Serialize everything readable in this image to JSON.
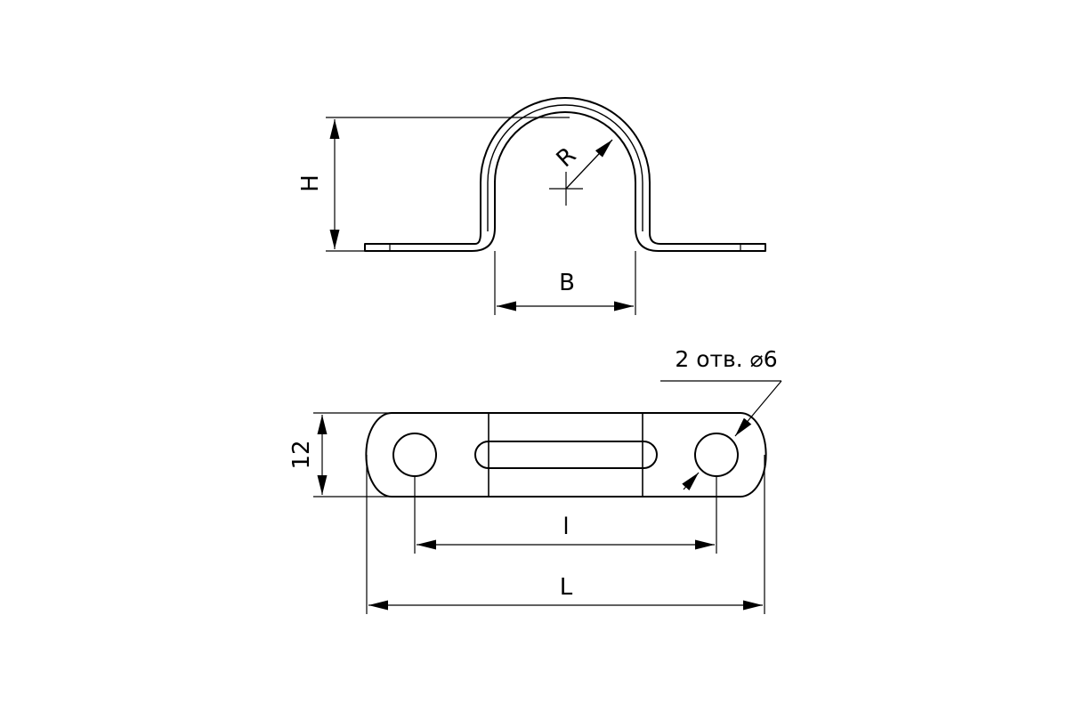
{
  "labels": {
    "height": "H",
    "radius": "R",
    "base_width": "B",
    "holes_note": "2 отв. ⌀6",
    "strip_width": "12",
    "hole_spacing": "l",
    "total_length": "L"
  },
  "colors": {
    "line": "#000000",
    "background": "#ffffff"
  }
}
